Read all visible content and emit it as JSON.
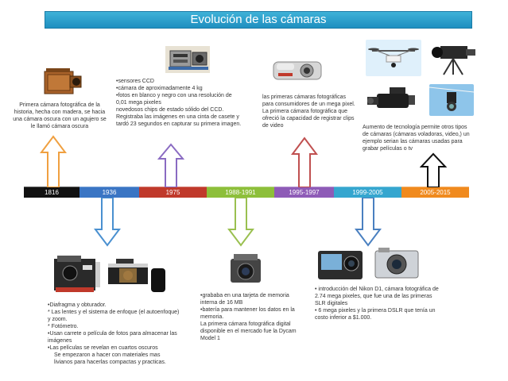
{
  "title": "Evolución de las cámaras",
  "timeline": [
    {
      "label": "1816",
      "color": "#111111"
    },
    {
      "label": "1936",
      "color": "#3a75c4"
    },
    {
      "label": "1975",
      "color": "#c0392b"
    },
    {
      "label": "1988-1991",
      "color": "#8dbf3a"
    },
    {
      "label": "1995-1997",
      "color": "#8e5bb7"
    },
    {
      "label": "1999-2005",
      "color": "#35a6cf"
    },
    {
      "label": "2005-2015",
      "color": "#f08a1e"
    }
  ],
  "notes": {
    "n1816": "Primera cámara fotográfica de la historia, hecha  con madera, se hacia una cámara oscura  con un agujero se le llamó cámara oscura",
    "n1975": [
      "•sensores CCD",
      "•cámara de aproximadamente 4 kg",
      "•fotos en blanco y negro con una resolución de 0,01 mega pixeles",
      "novedosos chips de estado sólido del CCD. Registraba las imágenes en una cinta de casete y tardó 23 segundos en capturar su primera imagen."
    ],
    "n1995": "las primeras cámaras fotográficas para consumidores de un mega pixel. La primera cámara fotográfica que ofreció la capacidad de registrar clips de video",
    "n2005": "Aumento de tecnología permite otros tipos de cámaras (cámaras voladoras, video,)  un ejemplo serian las cámaras usadas para grabar películas o tv",
    "n1936": [
      "•Diafragma y obturador.",
      "* Las lentes y el sistema de enfoque (el autoenfoque) y zoom.",
      "* Fotómetro.",
      "•Usan carrete  o película de fotos para almacenar las imágenes",
      "•Las películas se revelan en cuartos oscuros",
      "Se empezaron a hacer con materiales  mas livianos para hacerlas compactas y practicas."
    ],
    "n1988": [
      "•grababa en una tarjeta de memoria interna de 16 MB",
      "•batería para mantener los datos en la memoria.",
      "La primera cámara fotográfica digital disponible en el mercado fue la Dycam Model 1"
    ],
    "n1999": [
      "• introducción del Nikon D1, cámara fotográfica de 2.74 mega pixeles, que fue una de las primeras SLR digitales",
      "• 6 mega pixeles y la primera DSLR que tenía un costo inferior a $1.000."
    ]
  }
}
